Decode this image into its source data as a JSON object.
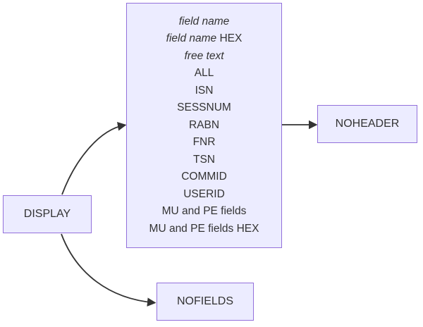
{
  "diagram": {
    "nodes": {
      "display": {
        "label": "DISPLAY"
      },
      "noheader": {
        "label": "NOHEADER"
      },
      "nofields": {
        "label": "NOFIELDS"
      },
      "options": {
        "lines": [
          {
            "italic": "field name",
            "normal": ""
          },
          {
            "italic": "field name",
            "normal": " HEX"
          },
          {
            "italic": "free text",
            "normal": ""
          },
          {
            "italic": "",
            "normal": "ALL"
          },
          {
            "italic": "",
            "normal": "ISN"
          },
          {
            "italic": "",
            "normal": "SESSNUM"
          },
          {
            "italic": "",
            "normal": "RABN"
          },
          {
            "italic": "",
            "normal": "FNR"
          },
          {
            "italic": "",
            "normal": "TSN"
          },
          {
            "italic": "",
            "normal": "COMMID"
          },
          {
            "italic": "",
            "normal": "USERID"
          },
          {
            "italic": "",
            "normal": "MU and PE fields"
          },
          {
            "italic": "",
            "normal": "MU and PE fields HEX"
          }
        ]
      }
    },
    "colors": {
      "node_fill": "#ECECFF",
      "node_border": "#9370DB",
      "text": "#333333",
      "arrow": "#333333"
    }
  }
}
